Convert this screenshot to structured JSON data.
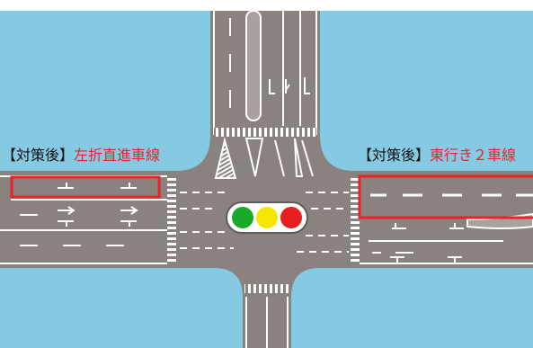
{
  "captions": {
    "left_prefix": "【対策後】",
    "left_label": "左折直進車線",
    "right_prefix": "【対策後】",
    "right_label": "東行き２車線"
  },
  "colors": {
    "water": "#86c9e3",
    "road": "#8a827e",
    "lane_marking": "#ffffff",
    "highlight_box": "#e8242a",
    "caption_text": "#111111",
    "caption_accent": "#e8242a",
    "signal_green": "#1aaa2a",
    "signal_yellow": "#f5e600",
    "signal_red": "#e61e1e"
  },
  "signal": {
    "lights": [
      "green",
      "yellow",
      "red"
    ]
  }
}
